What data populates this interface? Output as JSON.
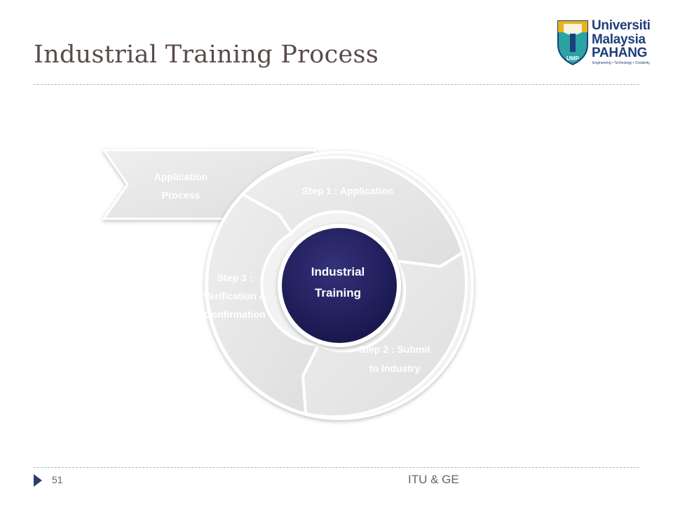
{
  "slide": {
    "title": "Industrial Training Process",
    "page_number": "51",
    "footer": "ITU & GE"
  },
  "logo": {
    "line1": "Universiti",
    "line2": "Malaysia",
    "line3": "PAHANG",
    "tagline": "Engineering • Technology • Creativity",
    "shield_text": "UMP"
  },
  "diagram": {
    "arrow_label_line1": "Application",
    "arrow_label_line2": "Process",
    "center_line1": "Industrial",
    "center_line2": "Training",
    "step1": "Step 1 : Application",
    "step2_line1": "Step 2 : Submit",
    "step2_line2": "to Industry",
    "step3_line1": "Step 3 :",
    "step3_line2": "Verification &",
    "step3_line3": "Confirmation"
  },
  "colors": {
    "title": "#5b4a4a",
    "segment_fill": "#e9e9e9",
    "segment_text": "#ffffff",
    "center_fill": "#1f1d57",
    "center_text": "#ffffff",
    "logo_blue": "#1f3e7a",
    "logo_gold": "#e8b31c",
    "logo_teal": "#2aa3a3"
  }
}
